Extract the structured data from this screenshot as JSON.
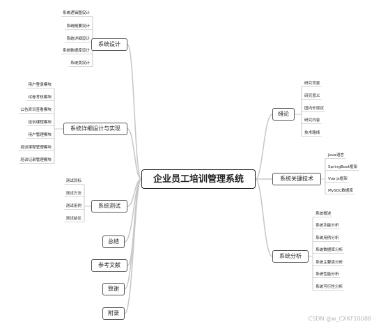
{
  "root": "企业员工培训管理系统",
  "branches": {
    "system_design": {
      "label": "系统设计",
      "items": [
        "系统逻辑图设计",
        "系统概要设计",
        "系统详细设计",
        "系统数据库设计",
        "系统类设计"
      ]
    },
    "detail_design": {
      "label": "系统详细设计与实现",
      "items": [
        "用户登录模块",
        "试卷考核模块",
        "公告资讯查看模块",
        "培训课程模块",
        "用户管理模块",
        "培训课程管理模块",
        "培训记录管理模块"
      ]
    },
    "testing": {
      "label": "系统测试",
      "items": [
        "测试目标",
        "测试方法",
        "测试用例",
        "测试结论"
      ]
    },
    "summary": {
      "label": "总结"
    },
    "references": {
      "label": "参考文献"
    },
    "thanks": {
      "label": "致谢"
    },
    "appendix": {
      "label": "附录"
    },
    "intro": {
      "label": "绪论",
      "items": [
        "研究背景",
        "研究意义",
        "国内外现状",
        "研究内容",
        "技术路线"
      ]
    },
    "tech": {
      "label": "系统关键技术",
      "items": [
        "Java语言",
        "SpringBoot框架",
        "Vue.js框架",
        "MySQL数据库"
      ]
    },
    "analysis": {
      "label": "系统分析",
      "items": [
        "系统概述",
        "系统功能分析",
        "系统用例分析",
        "系统数据库分析",
        "系统主要类分析",
        "系统性能分析",
        "系统可行性分析"
      ]
    }
  },
  "watermark": "CSDN @w_CXKF10088",
  "colors": {
    "line": "#c8c8c8",
    "border": "#555555",
    "background": "#ffffff"
  }
}
